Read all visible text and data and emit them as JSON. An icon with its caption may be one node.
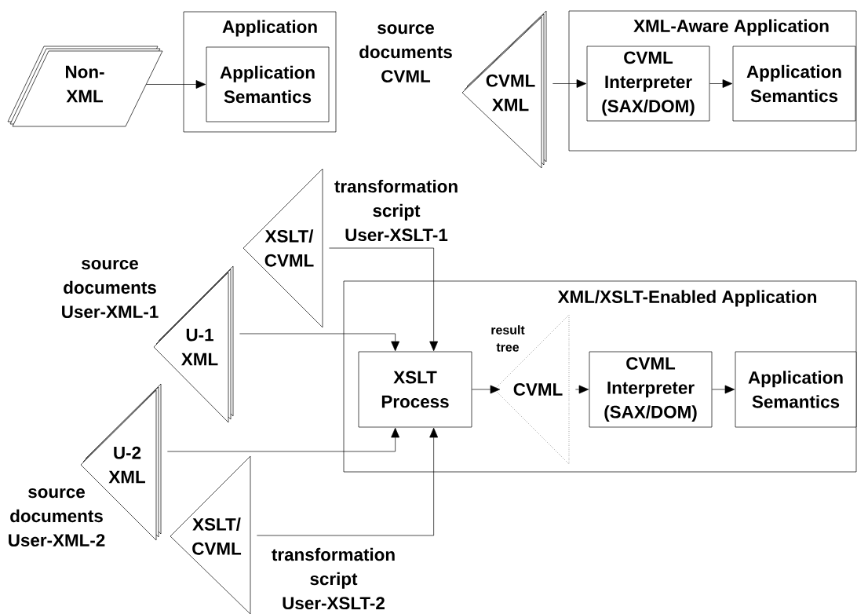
{
  "diagram": {
    "nodes": [
      {
        "text": [
          "Non-XML"
        ]
      },
      {
        "text": [
          "Application"
        ]
      },
      {
        "text": [
          "Application Semantics"
        ],
        "in": 1
      },
      {
        "text": [
          "CVML XML"
        ],
        "beside": [
          "source documents CVML"
        ]
      },
      {
        "text": [
          "XML-Aware Application"
        ]
      },
      {
        "text": [
          "CVML Interpreter (SAX/DOM)"
        ],
        "in": 4
      },
      {
        "text": [
          "Application Semantics"
        ],
        "in": 4
      },
      {
        "text": [
          "XSLT/ CVML"
        ],
        "beside": [
          "transformation script User-XSLT-1"
        ]
      },
      {
        "text": [
          "U-1 XML"
        ],
        "beside": [
          "source documents User-XML-1"
        ]
      },
      {
        "text": [
          "XML/XSLT-Enabled Application"
        ]
      },
      {
        "text": [
          "XSLT Process"
        ],
        "in": 9
      },
      {
        "text": [
          "CVML"
        ],
        "beside": [
          "result tree"
        ],
        "in": 9
      },
      {
        "text": [
          "CVML Interpreter (SAX/DOM)"
        ],
        "in": 9
      },
      {
        "text": [
          "Application Semantics"
        ],
        "in": 9
      },
      {
        "text": [
          "U-2 XML"
        ],
        "beside": [
          "source documents User-XML-2"
        ]
      },
      {
        "text": [
          "XSLT/ CVML"
        ],
        "beside": [
          "transformation script User-XSLT-2"
        ]
      }
    ],
    "edges": [
      {
        "from": 0,
        "to": 2,
        "arrow": "to"
      },
      {
        "from": 3,
        "to": 5,
        "arrow": "to"
      },
      {
        "from": 5,
        "to": 6,
        "arrow": "to"
      },
      {
        "from": 7,
        "to": 10,
        "arrow": "to"
      },
      {
        "from": 8,
        "to": 10,
        "arrow": "to"
      },
      {
        "from": 14,
        "to": 10,
        "arrow": "to"
      },
      {
        "from": 15,
        "to": 10,
        "arrow": "to"
      },
      {
        "from": 10,
        "to": 11,
        "arrow": "to"
      },
      {
        "from": 11,
        "to": 12,
        "arrow": "to"
      },
      {
        "from": 12,
        "to": 13,
        "arrow": "to"
      }
    ]
  }
}
